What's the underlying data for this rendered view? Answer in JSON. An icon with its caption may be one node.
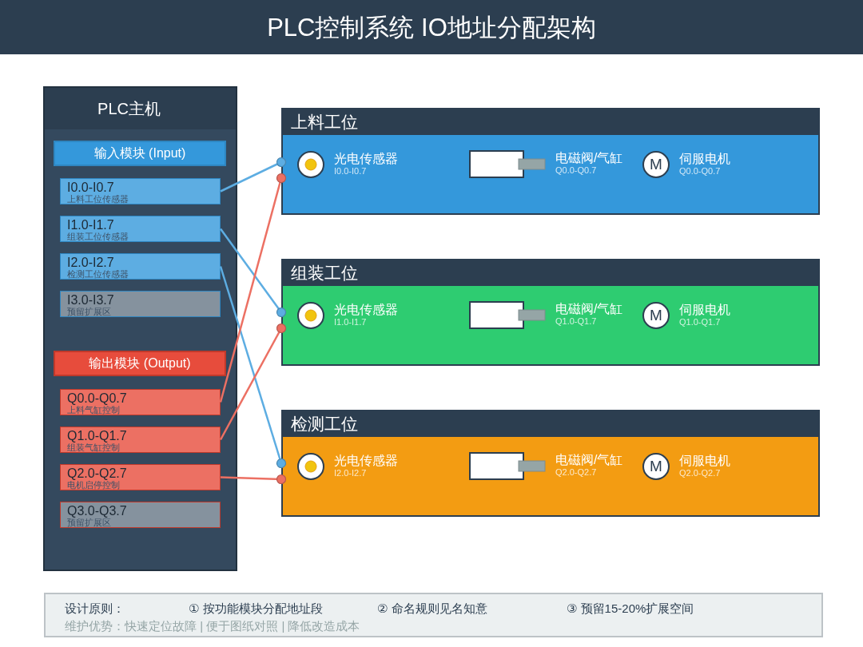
{
  "diagram": {
    "title": "PLC控制系统 IO地址分配架构",
    "nodes": [
      {
        "text": [
          "PLC主机"
        ]
      },
      {
        "text": [
          "输入模块 (Input)"
        ],
        "in": 0
      },
      {
        "text": [
          "I0.0-I0.7",
          "上料工位传感器"
        ],
        "in": 0
      },
      {
        "text": [
          "I1.0-I1.7",
          "组装工位传感器"
        ],
        "in": 0
      },
      {
        "text": [
          "I2.0-I2.7",
          "检测工位传感器"
        ],
        "in": 0
      },
      {
        "text": [
          "I3.0-I3.7",
          "预留扩展区"
        ],
        "in": 0
      },
      {
        "text": [
          "输出模块 (Output)"
        ],
        "in": 0
      },
      {
        "text": [
          "Q0.0-Q0.7",
          "上料气缸控制"
        ],
        "in": 0
      },
      {
        "text": [
          "Q1.0-Q1.7",
          "组装气缸控制"
        ],
        "in": 0
      },
      {
        "text": [
          "Q2.0-Q2.7",
          "电机启停控制"
        ],
        "in": 0
      },
      {
        "text": [
          "Q3.0-Q3.7",
          "预留扩展区"
        ],
        "in": 0
      },
      {
        "text": [
          "上料工位"
        ]
      },
      {
        "text": [],
        "shape": "circle",
        "beside": [
          "光电传感器",
          "I0.0-I0.7"
        ],
        "in": 11
      },
      {
        "text": [],
        "shape": "box",
        "beside": [
          "电磁阀/气缸",
          "Q0.0-Q0.7"
        ],
        "in": 11
      },
      {
        "text": [
          "M"
        ],
        "beside": [
          "伺服电机",
          "Q0.0-Q0.7"
        ],
        "in": 11
      },
      {
        "text": [
          "组装工位"
        ]
      },
      {
        "text": [],
        "shape": "circle",
        "beside": [
          "光电传感器",
          "I1.0-I1.7"
        ],
        "in": 15
      },
      {
        "text": [],
        "shape": "box",
        "beside": [
          "电磁阀/气缸",
          "Q1.0-Q1.7"
        ],
        "in": 15
      },
      {
        "text": [
          "M"
        ],
        "beside": [
          "伺服电机",
          "Q1.0-Q1.7"
        ],
        "in": 15
      },
      {
        "text": [
          "检测工位"
        ]
      },
      {
        "text": [],
        "shape": "circle",
        "beside": [
          "光电传感器",
          "I2.0-I2.7"
        ],
        "in": 19
      },
      {
        "text": [],
        "shape": "box",
        "beside": [
          "电磁阀/气缸",
          "Q2.0-Q2.7"
        ],
        "in": 19
      },
      {
        "text": [
          "M"
        ],
        "beside": [
          "伺服电机",
          "Q2.0-Q2.7"
        ],
        "in": 19
      },
      {
        "text": [
          "设计原则：",
          "① 按功能模块分配地址段",
          "② 命名规则见名知意",
          "③ 预留15-20%扩展空间",
          "维护优势：快速定位故障 | 便于图纸对照 | 降低改造成本"
        ]
      }
    ],
    "edges": [
      {
        "from": 2,
        "to": 11,
        "arrow": "other",
        "color": "#5dade2"
      },
      {
        "from": 3,
        "to": 15,
        "arrow": "other",
        "color": "#5dade2"
      },
      {
        "from": 4,
        "to": 19,
        "arrow": "other",
        "color": "#5dade2"
      },
      {
        "from": 7,
        "to": 11,
        "arrow": "other",
        "color": "#ec7063"
      },
      {
        "from": 8,
        "to": 15,
        "arrow": "other",
        "color": "#ec7063"
      },
      {
        "from": 9,
        "to": 19,
        "arrow": "other",
        "color": "#ec7063"
      }
    ]
  }
}
